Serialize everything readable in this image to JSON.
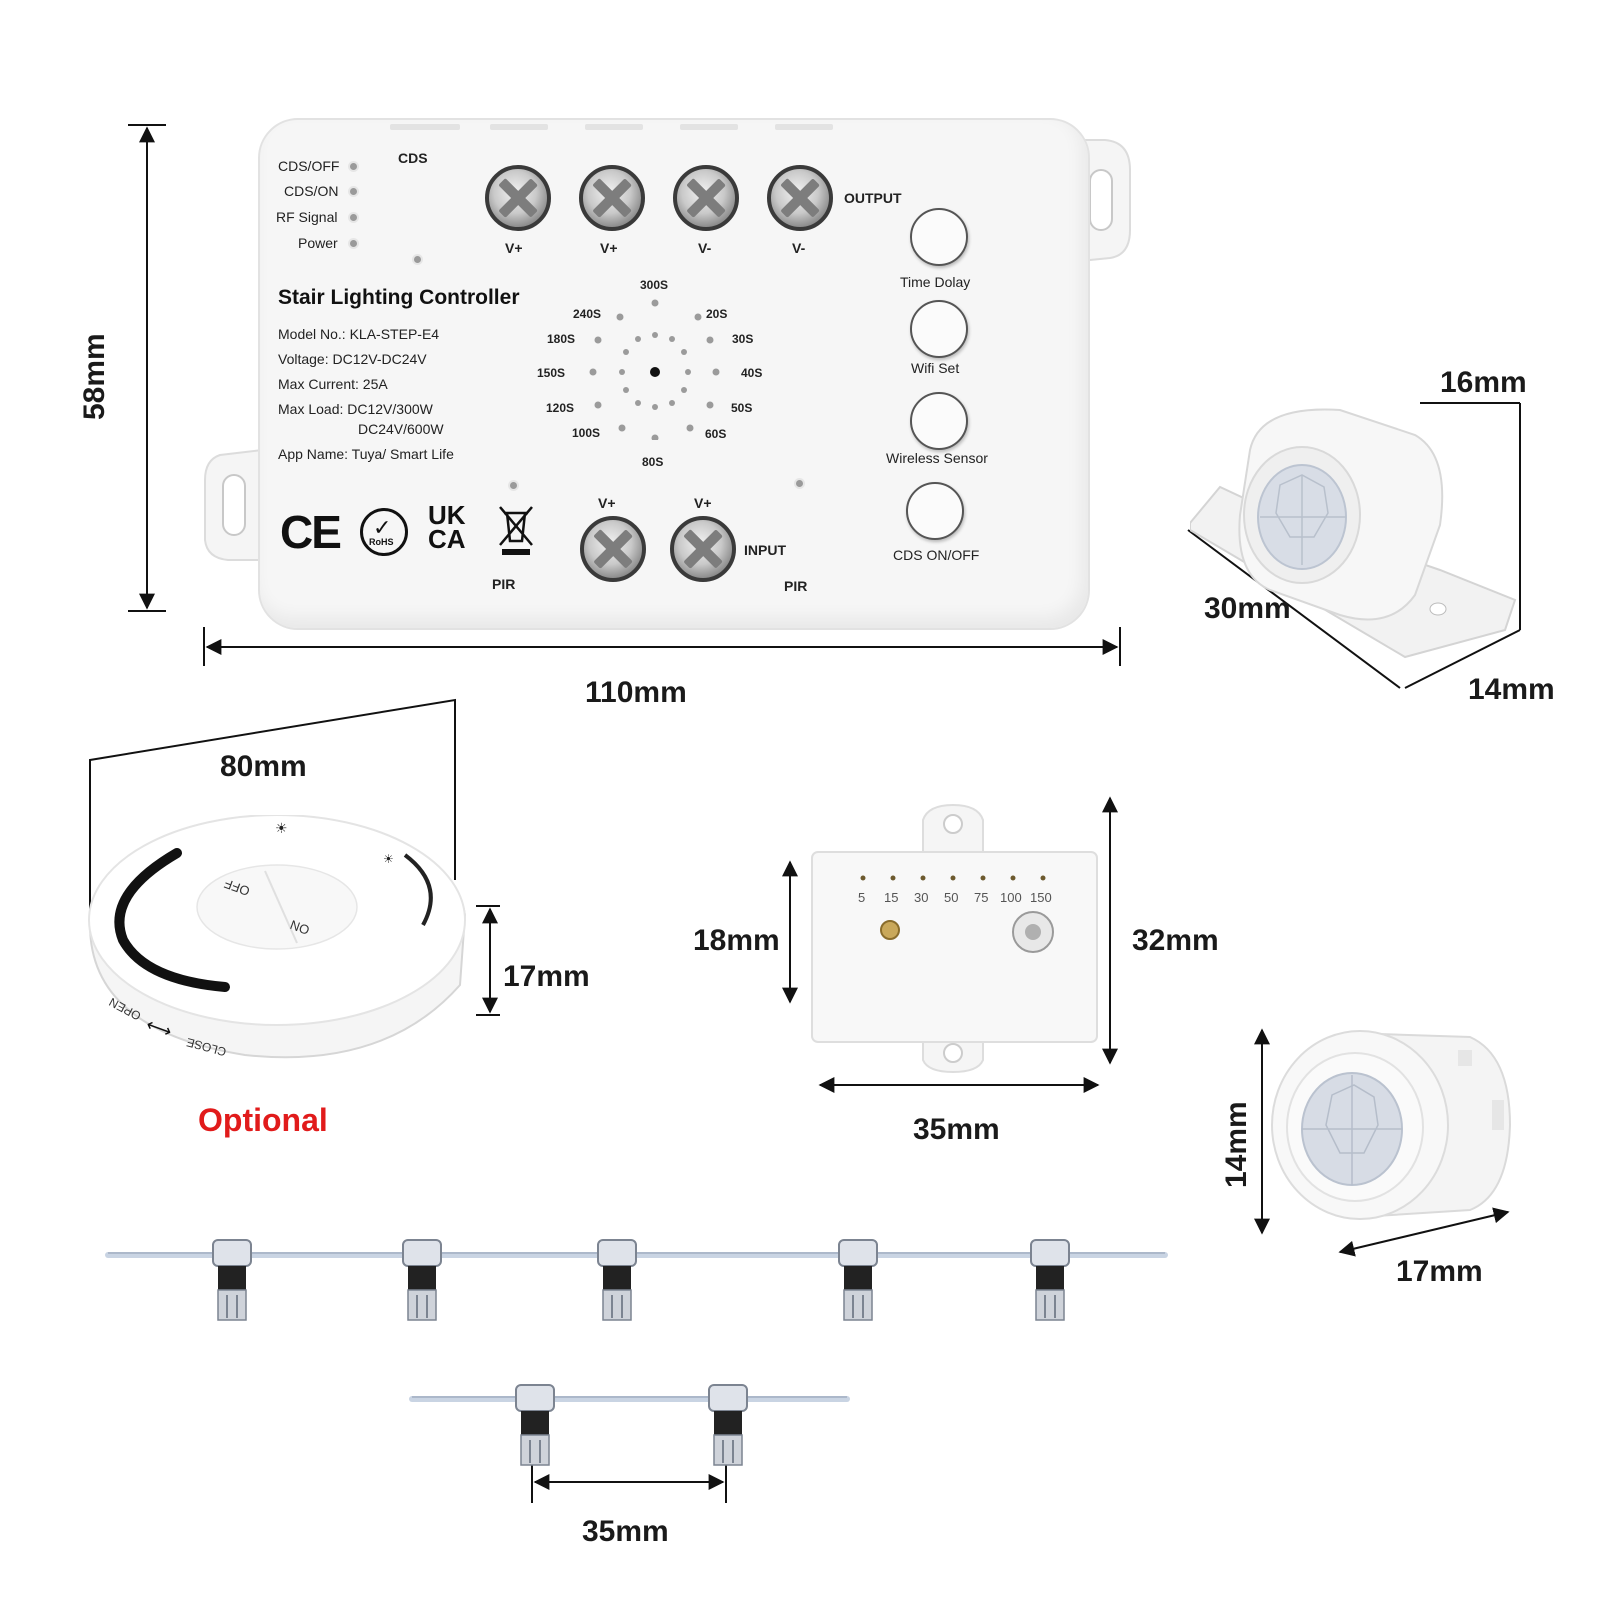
{
  "dimensions": {
    "controller_height": "58mm",
    "controller_width": "110mm",
    "sensor_top": "16mm",
    "sensor_left": "30mm",
    "sensor_right": "14mm",
    "remote_width": "80mm",
    "remote_height": "17mm",
    "small_box_inner": "18mm",
    "small_box_outer": "32mm",
    "small_box_width": "35mm",
    "round_sensor_height": "14mm",
    "round_sensor_width": "17mm",
    "connector_spacing": "35mm"
  },
  "controller": {
    "title": "Stair Lighting Controller",
    "specs": [
      "Model No.: KLA-STEP-E4",
      "Voltage: DC12V-DC24V",
      "Max Current: 25A",
      "Max Load: DC12V/300W",
      "DC24V/600W",
      "App Name: Tuya/ Smart Life"
    ],
    "indicators": [
      "CDS/OFF",
      "CDS/ON",
      "RF Signal",
      "Power"
    ],
    "cds": "CDS",
    "output": "OUTPUT",
    "input": "INPUT",
    "output_terminals": [
      "V+",
      "V+",
      "V-",
      "V-"
    ],
    "input_terminals": [
      "V+",
      "V+"
    ],
    "pir": [
      "PIR",
      "PIR"
    ],
    "buttons": [
      "Time Dolay",
      "Wifi Set",
      "Wireless Sensor",
      "CDS ON/OFF"
    ],
    "dial": [
      "300S",
      "20S",
      "30S",
      "40S",
      "50S",
      "60S",
      "80S",
      "100S",
      "120S",
      "150S",
      "180S",
      "240S"
    ],
    "certs": {
      "ce": "CE",
      "rohs": "RoHS",
      "ukca_top": "UK",
      "ukca_bottom": "CA"
    }
  },
  "remote": {
    "off": "OFF",
    "on": "ON",
    "open": "OPEN",
    "close": "CLOSE",
    "optional": "Optional"
  },
  "small_box": {
    "scale": [
      "5",
      "15",
      "30",
      "50",
      "75",
      "100",
      "150"
    ]
  }
}
